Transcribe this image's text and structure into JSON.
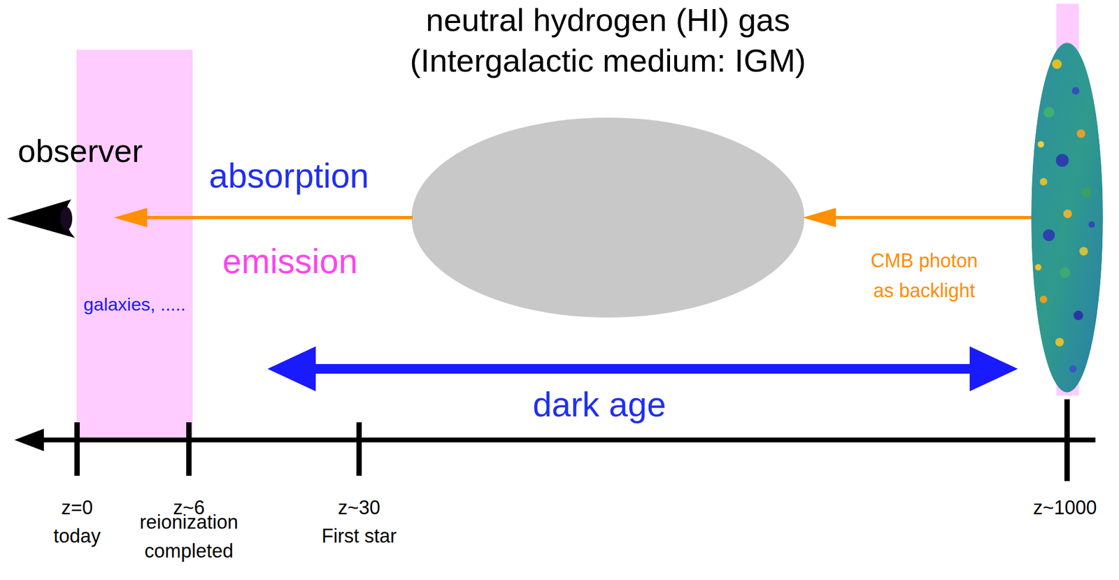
{
  "diagram": {
    "title": "neutral hydrogen (HI) gas (Intergalactic medium: IGM)",
    "nodes": [
      {
        "text": [
          "galaxies, ....."
        ]
      }
    ],
    "labels": [
      "observer",
      "absorption",
      "emission",
      "CMB photon as backlight",
      "dark age",
      "z=0",
      "today",
      "z~6",
      "reionization completed",
      "z~30",
      "First star",
      "z~1000"
    ]
  }
}
